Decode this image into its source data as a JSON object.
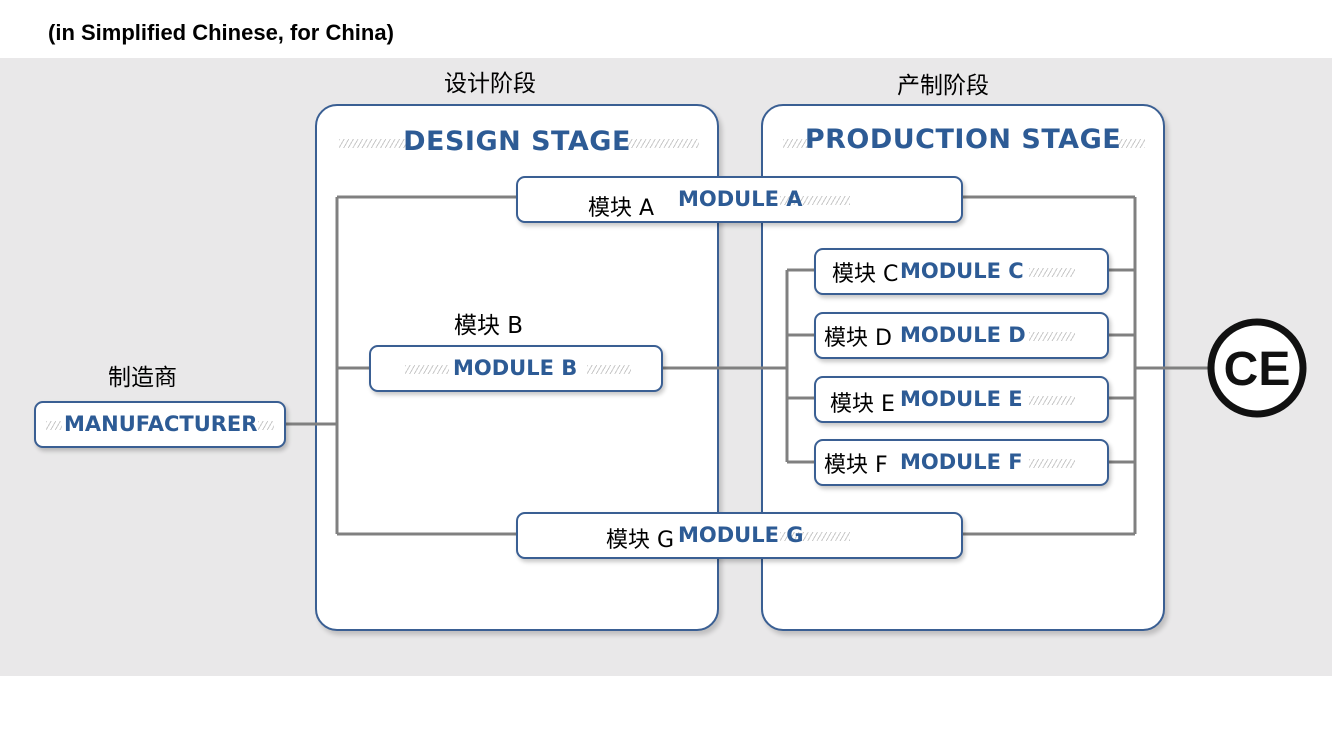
{
  "header_note": "(in Simplified Chinese, for China)",
  "stages": {
    "design": {
      "title": "DESIGN STAGE",
      "zh_label": "设计阶段"
    },
    "production": {
      "title": "PRODUCTION STAGE",
      "zh_label": "产制阶段"
    }
  },
  "manufacturer": {
    "label": "MANUFACTURER",
    "zh_label": "制造商"
  },
  "modules": {
    "a": {
      "label": "MODULE A",
      "zh_label": "模块 A"
    },
    "b": {
      "label": "MODULE B",
      "zh_label": "模块 B"
    },
    "c": {
      "label": "MODULE C",
      "zh_label": "模块 C"
    },
    "d": {
      "label": "MODULE D",
      "zh_label": "模块 D"
    },
    "e": {
      "label": "MODULE E",
      "zh_label": "模块 E"
    },
    "f": {
      "label": "MODULE F",
      "zh_label": "模块 F"
    },
    "g": {
      "label": "MODULE G",
      "zh_label": "模块 G"
    }
  },
  "ce_mark": {
    "text": "CE",
    "icon": "ce-marking-icon"
  },
  "colors": {
    "accent": "#2d5b95",
    "border": "#3a5f93",
    "line": "#808080",
    "background": "#e9e8e9"
  }
}
